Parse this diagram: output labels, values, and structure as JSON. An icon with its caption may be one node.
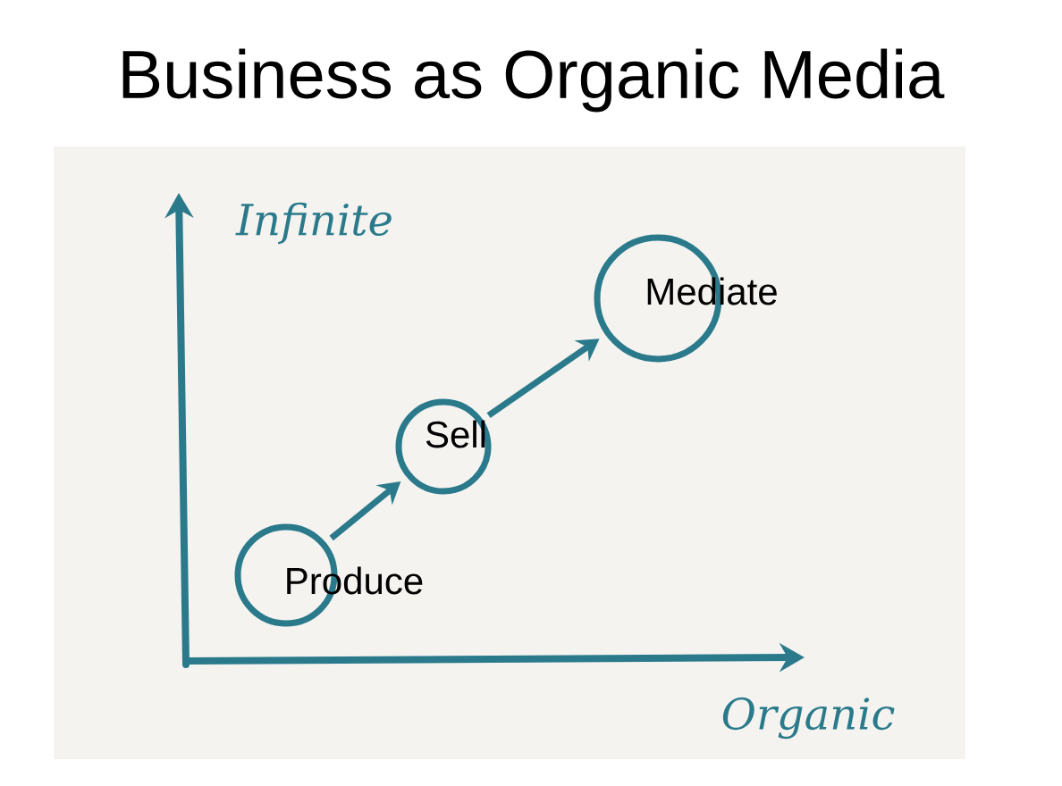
{
  "diagram": {
    "title": "Business as Organic Media",
    "nodes": [
      {
        "text": [
          "Produce"
        ]
      },
      {
        "text": [
          "Sell"
        ]
      },
      {
        "text": [
          "Mediate"
        ]
      }
    ],
    "edges": [
      {
        "from": 0,
        "to": 1,
        "arrow": "to"
      },
      {
        "from": 1,
        "to": 2,
        "arrow": "to"
      }
    ],
    "labels": [
      "Infinite",
      "Organic"
    ]
  }
}
